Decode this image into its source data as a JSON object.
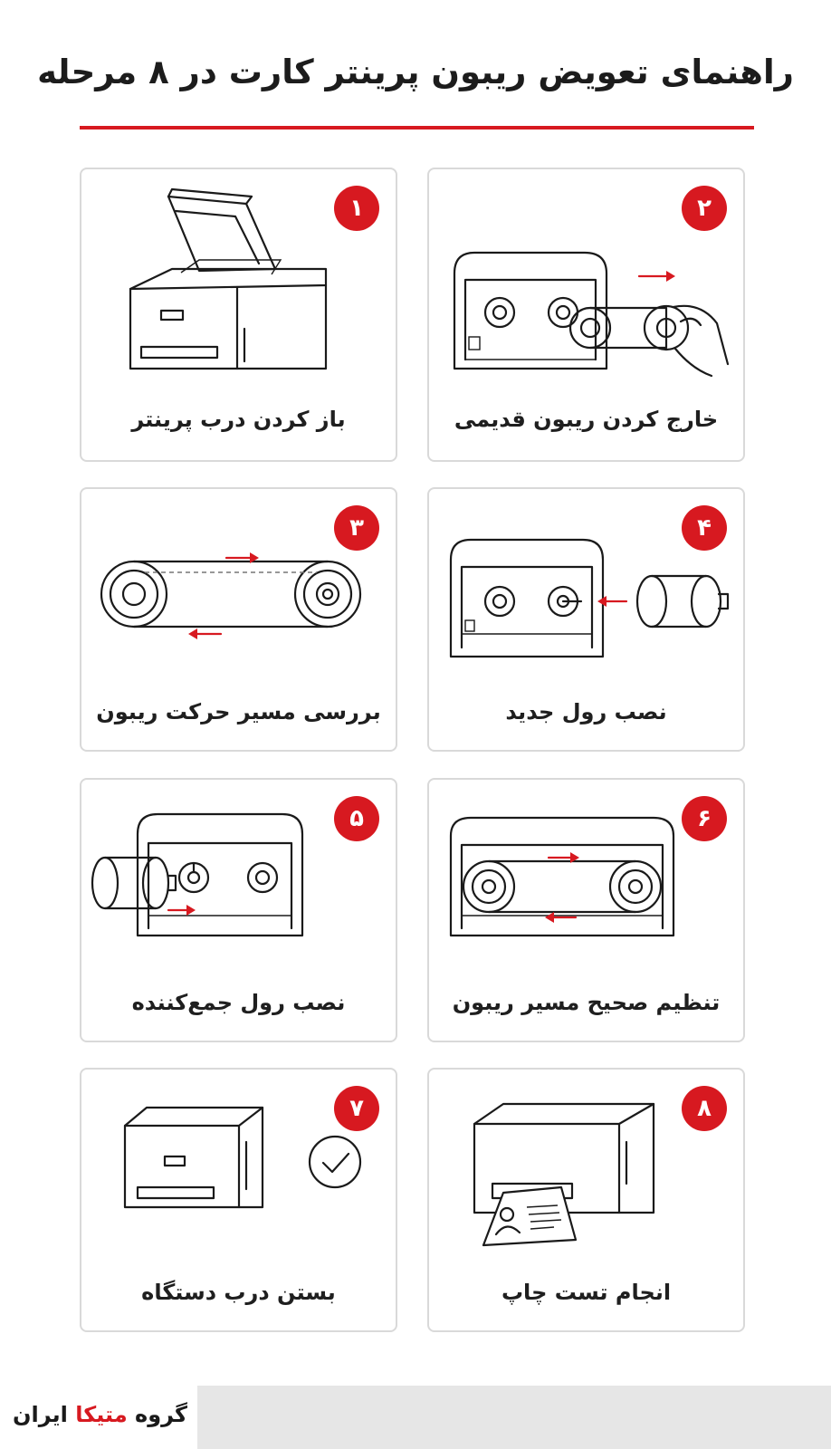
{
  "title": "راهنمای تعویض ریبون پرینتر کارت در ۸ مرحله",
  "colors": {
    "accent": "#d71920",
    "card_border": "#d9d9d9",
    "footer_bg": "#e6e6e6"
  },
  "steps": [
    {
      "number": "۱",
      "caption": "باز کردن درب پرینتر",
      "icon": "open-printer-lid-illustration"
    },
    {
      "number": "۲",
      "caption": "خارج کردن ریبون قدیمی",
      "icon": "remove-old-ribbon-illustration"
    },
    {
      "number": "۳",
      "caption": "بررسی مسیر حرکت ریبون",
      "icon": "ribbon-path-illustration"
    },
    {
      "number": "۴",
      "caption": "نصب رول جدید",
      "icon": "install-new-roll-illustration"
    },
    {
      "number": "۵",
      "caption": "نصب رول جمع‌کننده",
      "icon": "install-takeup-roll-illustration"
    },
    {
      "number": "۶",
      "caption": "تنظیم صحیح مسیر ریبون",
      "icon": "adjust-ribbon-path-illustration"
    },
    {
      "number": "۷",
      "caption": "بستن درب دستگاه",
      "icon": "close-printer-lid-illustration"
    },
    {
      "number": "۸",
      "caption": "انجام تست چاپ",
      "icon": "test-print-illustration"
    }
  ],
  "brand": {
    "prefix": "گروه",
    "accent": "متیکا",
    "suffix": "ایران"
  }
}
